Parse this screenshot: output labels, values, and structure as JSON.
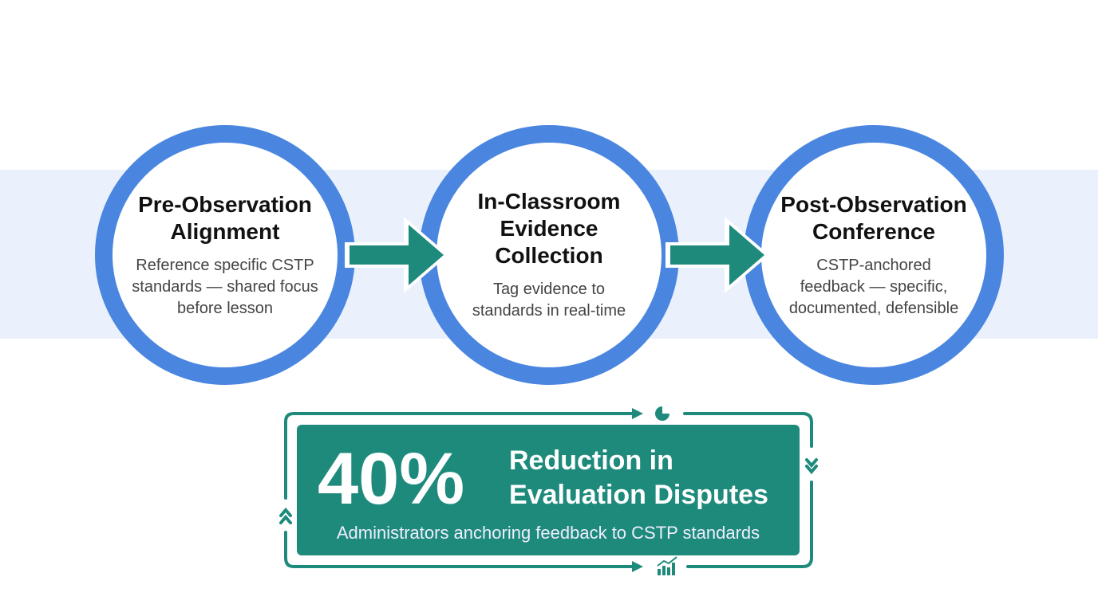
{
  "steps": [
    {
      "title": "Pre-Observation Alignment",
      "desc": "Reference specific CSTP standards — shared focus before lesson"
    },
    {
      "title": "In-Classroom Evidence Collection",
      "desc": "Tag evidence to standards in real-time"
    },
    {
      "title": "Post-Observation Conference",
      "desc": "CSTP-anchored feedback — specific, documented, defensible"
    }
  ],
  "stat": {
    "value": "40%",
    "headline": "Reduction in Evaluation Disputes",
    "caption": "Administrators anchoring feedback to CSTP standards"
  },
  "colors": {
    "ring": "#4a86e0",
    "teal": "#1e8a7c",
    "band": "#eaf1fc"
  }
}
